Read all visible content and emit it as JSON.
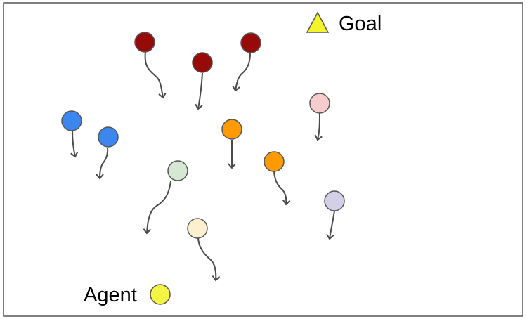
{
  "labels": {
    "goal": "Goal",
    "agent": "Agent"
  },
  "colors": {
    "frame": "#555555",
    "arrow": "#4a4a4a",
    "goal": "#f4f42a",
    "agent": "#f4f443",
    "dark_red": "#960a0a",
    "blue": "#3d86f0",
    "orange": "#ff9a00",
    "light_pink": "#f6cccc",
    "light_green": "#d6e8d4",
    "light_purple": "#d3cfe6",
    "light_yellow": "#fdf0cf"
  },
  "obstacles": [
    {
      "id": "obstacle-dark-red-1",
      "color": "dark_red"
    },
    {
      "id": "obstacle-dark-red-2",
      "color": "dark_red"
    },
    {
      "id": "obstacle-dark-red-3",
      "color": "dark_red"
    },
    {
      "id": "obstacle-light-pink",
      "color": "light_pink"
    },
    {
      "id": "obstacle-blue-1",
      "color": "blue"
    },
    {
      "id": "obstacle-blue-2",
      "color": "blue"
    },
    {
      "id": "obstacle-orange-1",
      "color": "orange"
    },
    {
      "id": "obstacle-orange-2",
      "color": "orange"
    },
    {
      "id": "obstacle-light-green",
      "color": "light_green"
    },
    {
      "id": "obstacle-light-purple",
      "color": "light_purple"
    },
    {
      "id": "obstacle-light-yellow",
      "color": "light_yellow"
    }
  ]
}
